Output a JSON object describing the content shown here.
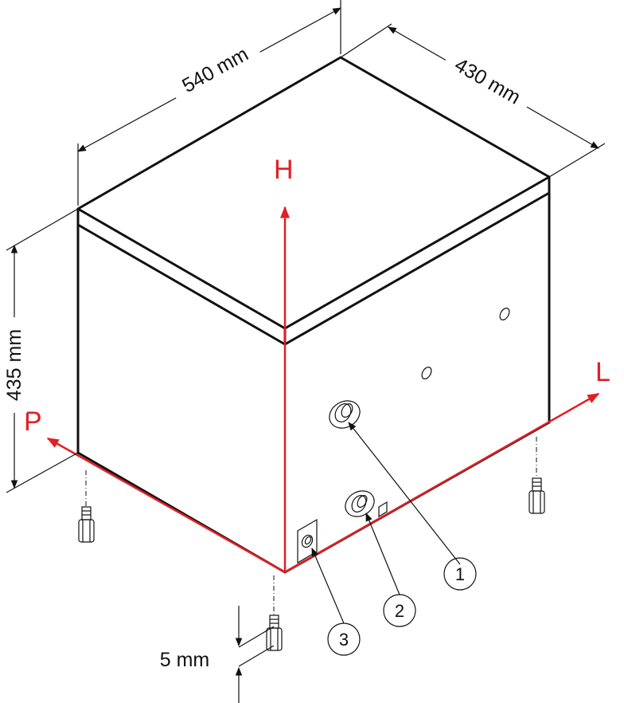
{
  "dimensions": {
    "width_label": "540 mm",
    "depth_label": "430 mm",
    "height_label": "435 mm",
    "foot_label": "5 mm"
  },
  "axes": {
    "h_label": "H",
    "l_label": "L",
    "p_label": "P",
    "color": "#e31e24"
  },
  "callouts": [
    {
      "label": "1"
    },
    {
      "label": "2"
    },
    {
      "label": "3"
    }
  ],
  "colors": {
    "line": "#111111",
    "axis": "#e31e24",
    "background": "#ffffff"
  }
}
